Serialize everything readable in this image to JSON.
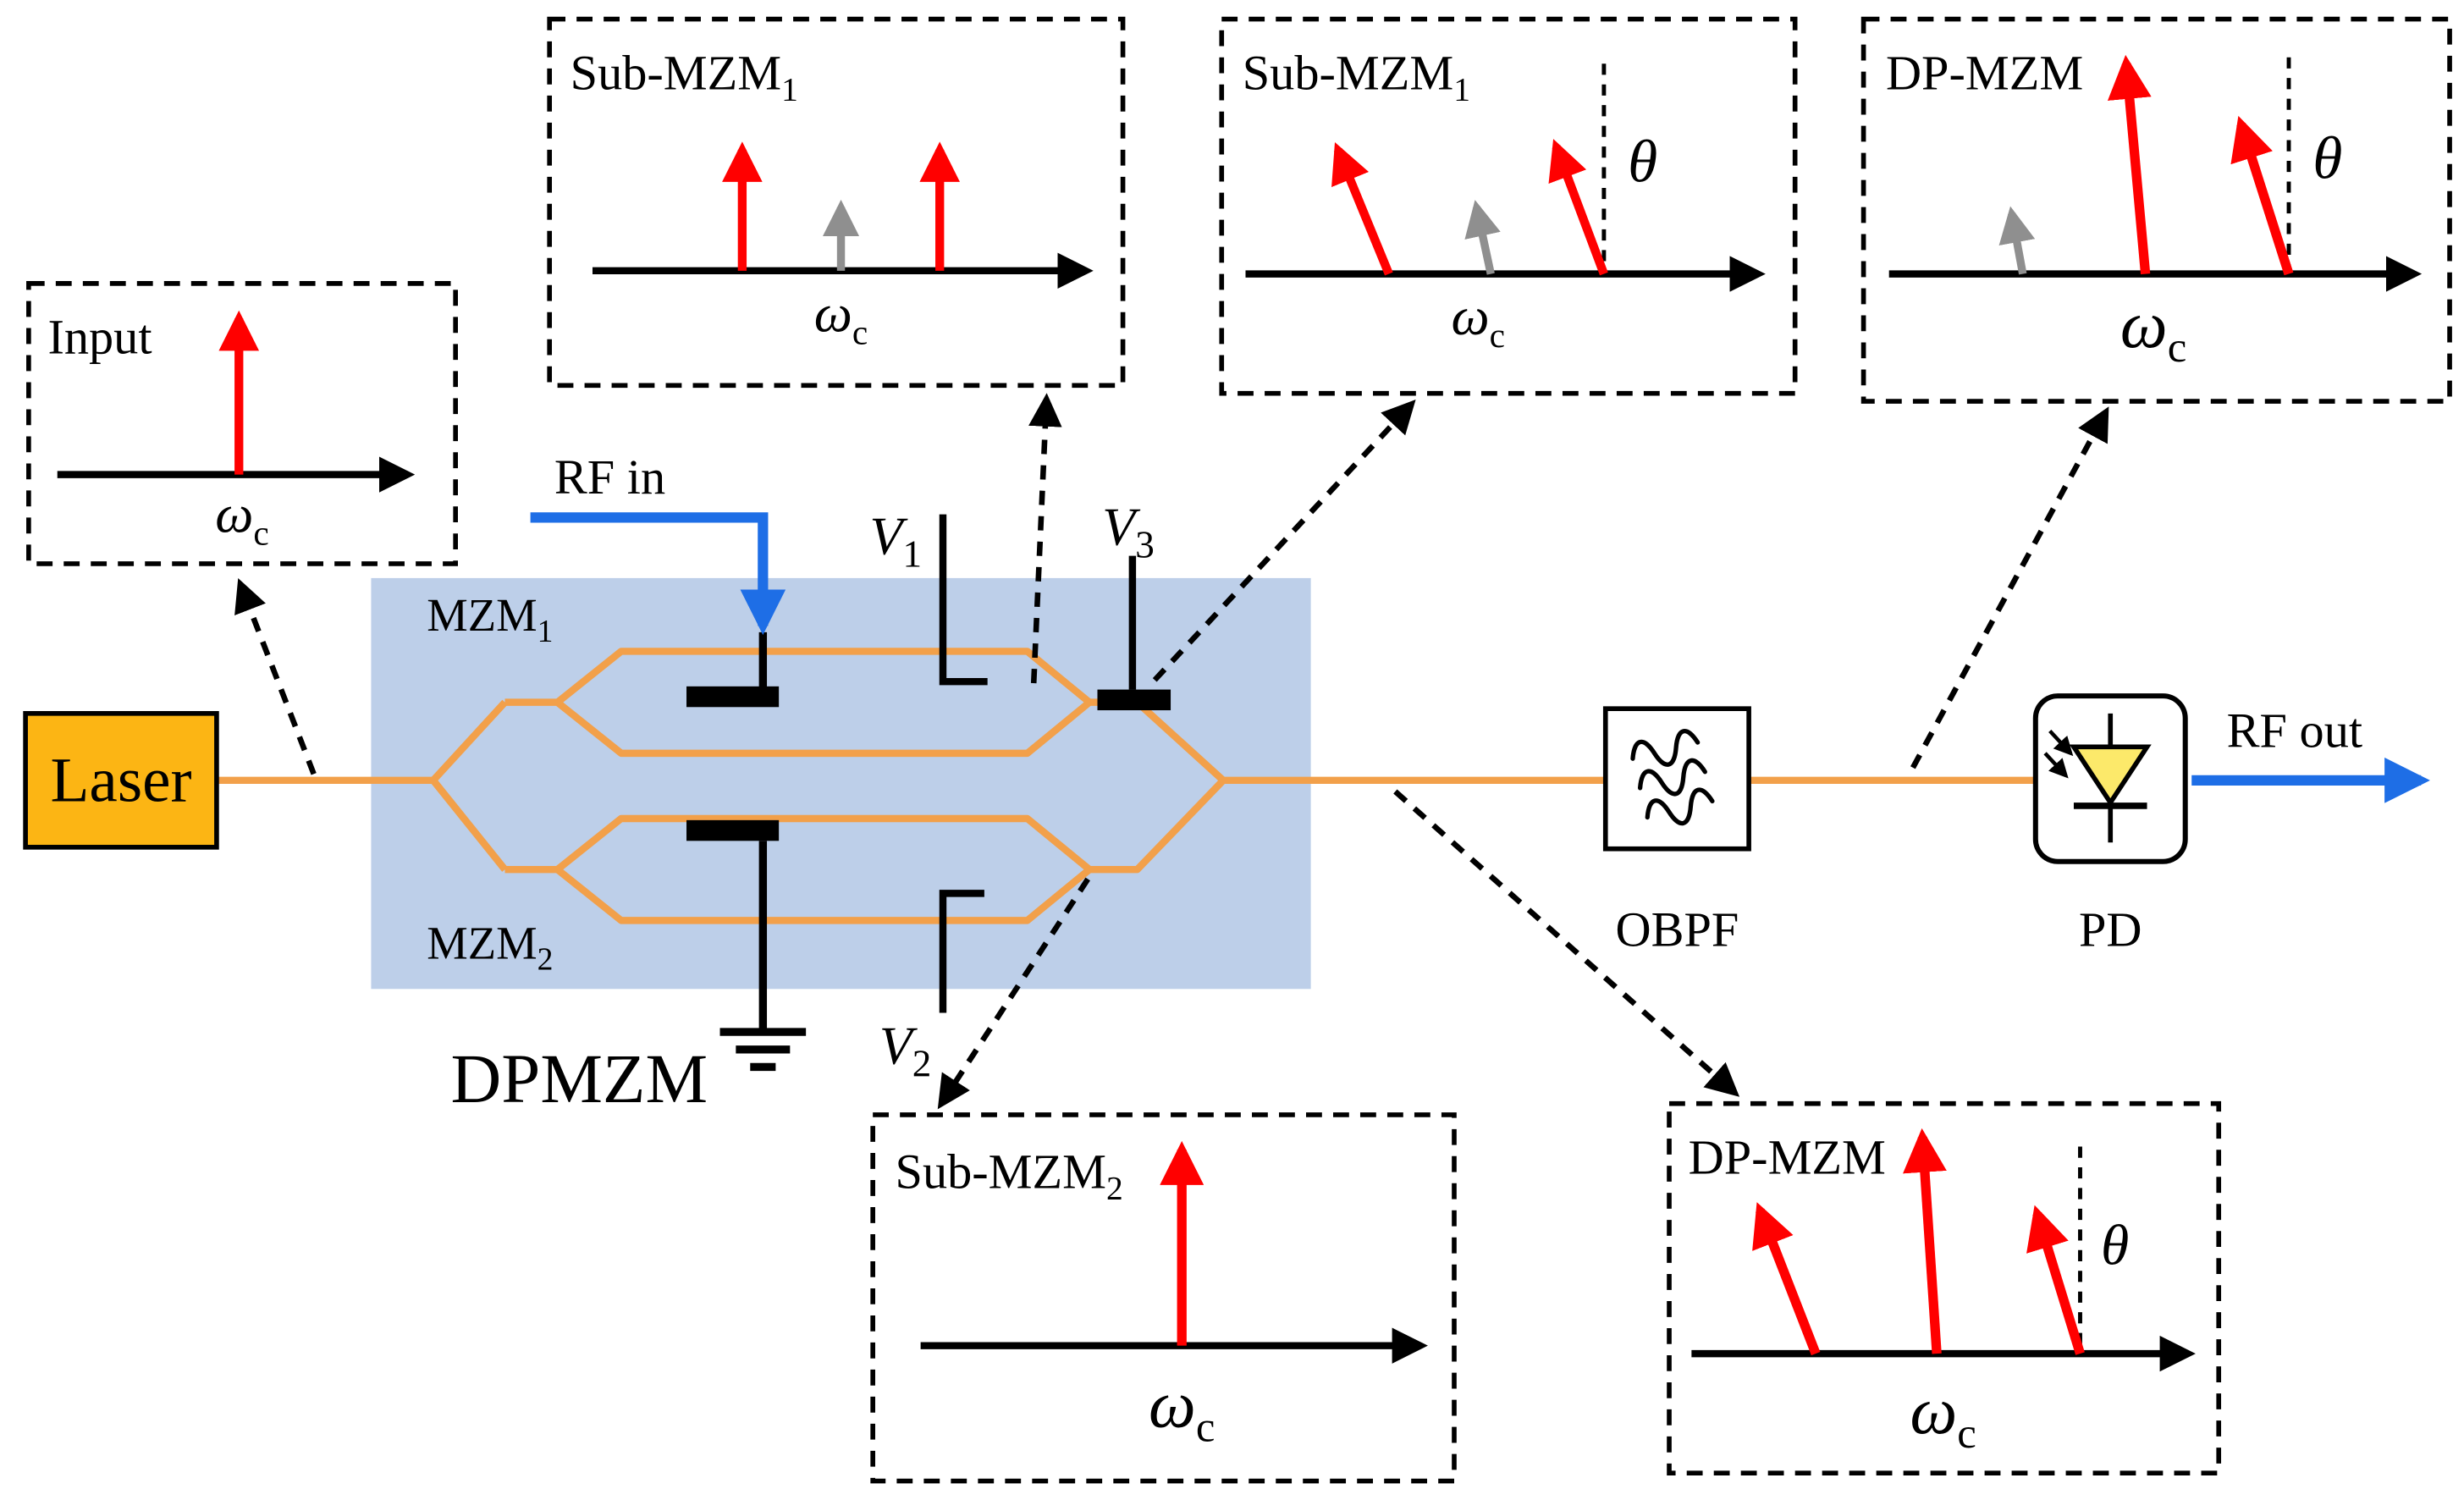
{
  "figure": {
    "laser_label": "Laser",
    "rf_in_label": "RF in",
    "rf_out_label": "RF out",
    "dpmzm_label": "DPMZM",
    "mzm1": {
      "base": "MZM",
      "sub": "1"
    },
    "mzm2": {
      "base": "MZM",
      "sub": "2"
    },
    "v1": {
      "base": "V",
      "sub": "1"
    },
    "v2": {
      "base": "V",
      "sub": "2"
    },
    "v3": {
      "base": "V",
      "sub": "3"
    },
    "obpf_label": "OBPF",
    "pd_label": "PD"
  },
  "insets": {
    "input": {
      "title": "Input",
      "omega": "ω",
      "omega_sub": "c"
    },
    "sub_mzm1_spectrum": {
      "title_base": "Sub-MZM",
      "title_sub": "1",
      "omega": "ω",
      "omega_sub": "c"
    },
    "sub_mzm1_phasor": {
      "title_base": "Sub-MZM",
      "title_sub": "1",
      "omega": "ω",
      "omega_sub": "c",
      "theta": "θ"
    },
    "dp_mzm_phasor_top": {
      "title": "DP-MZM",
      "omega": "ω",
      "omega_sub": "c",
      "theta": "θ"
    },
    "sub_mzm2_spectrum": {
      "title_base": "Sub-MZM",
      "title_sub": "2",
      "omega": "ω",
      "omega_sub": "c"
    },
    "dp_mzm_phasor_bottom": {
      "title": "DP-MZM",
      "omega": "ω",
      "omega_sub": "c",
      "theta": "θ"
    }
  },
  "colors": {
    "laser_fill": "#FCB514",
    "waveguide": "#F2A04A",
    "rf_blue": "#1E6EE6",
    "spectral_red": "#FF0000",
    "carrier_gray": "#8F8F8F",
    "dpmzm_bg": "#BDCFE9",
    "pd_triangle": "#FCE96A",
    "ink": "#000000"
  }
}
